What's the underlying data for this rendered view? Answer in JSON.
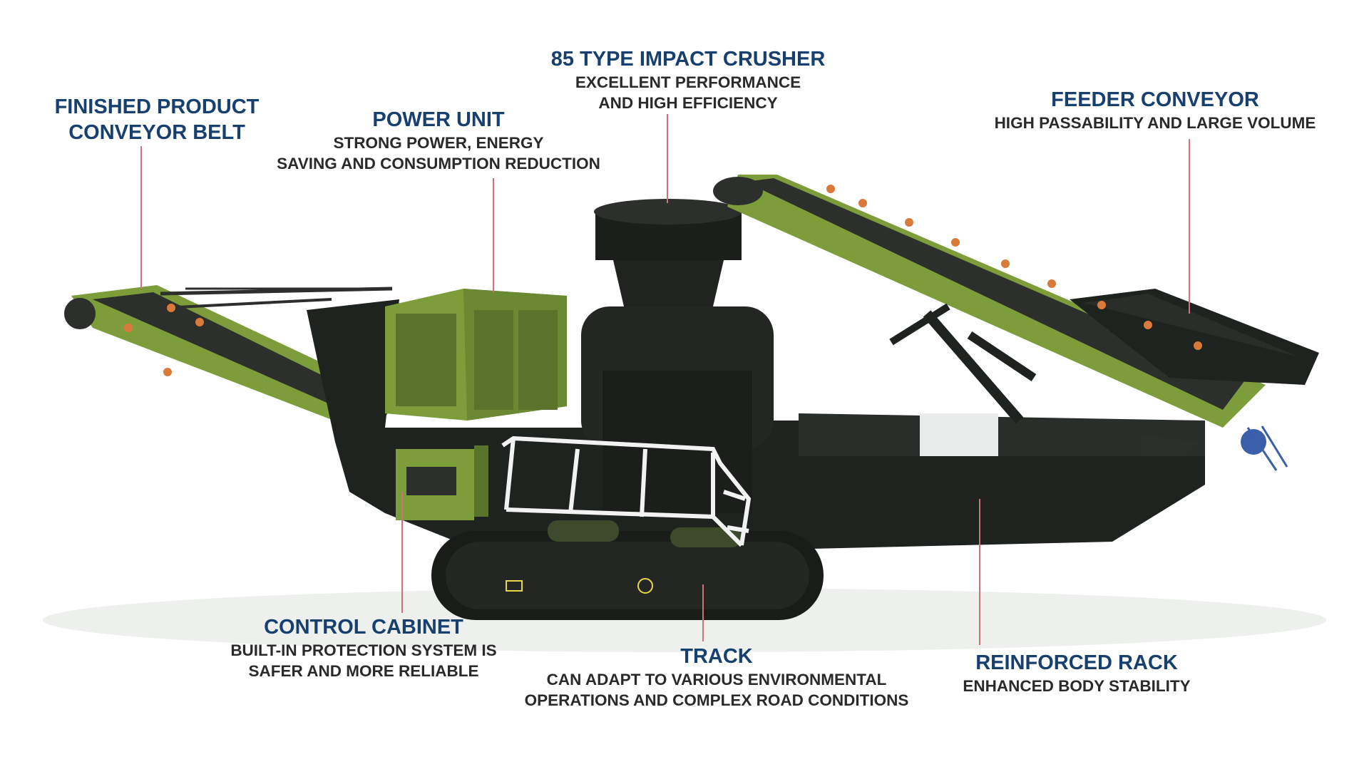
{
  "colors": {
    "title": "#17406f",
    "description": "#2a2a2a",
    "leader_line": "#c9747a",
    "machine_body": "#1f2320",
    "machine_green": "#7d9c3a",
    "belt": "#2c2f2c",
    "roller_orange": "#d9793a",
    "railing": "#f2f2f2"
  },
  "callouts": [
    {
      "id": "finished-product-conveyor-belt",
      "title": "FINISHED PRODUCT\nCONVEYOR BELT",
      "description": ""
    },
    {
      "id": "power-unit",
      "title": "POWER UNIT",
      "description": "STRONG POWER, ENERGY\nSAVING AND CONSUMPTION REDUCTION"
    },
    {
      "id": "impact-crusher",
      "title": "85 TYPE IMPACT CRUSHER",
      "description": "EXCELLENT PERFORMANCE\nAND HIGH EFFICIENCY"
    },
    {
      "id": "feeder-conveyor",
      "title": "FEEDER CONVEYOR",
      "description": "HIGH PASSABILITY AND LARGE VOLUME"
    },
    {
      "id": "control-cabinet",
      "title": "CONTROL CABINET",
      "description": "BUILT-IN PROTECTION SYSTEM IS\nSAFER AND MORE RELIABLE"
    },
    {
      "id": "track",
      "title": "TRACK",
      "description": "CAN ADAPT TO VARIOUS ENVIRONMENTAL\nOPERATIONS AND COMPLEX ROAD CONDITIONS"
    },
    {
      "id": "reinforced-rack",
      "title": "REINFORCED RACK",
      "description": "ENHANCED BODY STABILITY"
    }
  ]
}
